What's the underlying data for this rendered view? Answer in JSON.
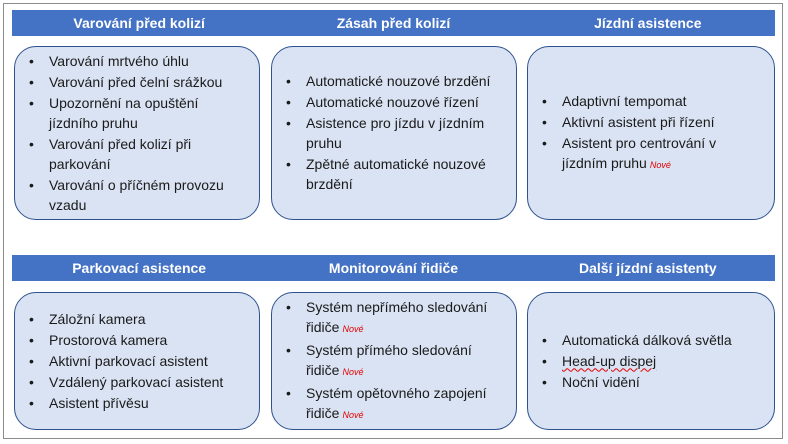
{
  "rows": [
    {
      "categories": [
        {
          "heading": "Varování před kolizí",
          "items": [
            {
              "text": "Varování mrtvého úhlu"
            },
            {
              "text": "Varování před čelní srážkou"
            },
            {
              "text": "Upozornění na opuštění jízdního pruhu"
            },
            {
              "text": "Varování před kolizí při parkování"
            },
            {
              "text": "Varování o příčném provozu vzadu"
            }
          ]
        },
        {
          "heading": "Zásah před kolizí",
          "items": [
            {
              "text": "Automatické nouzové brzdění"
            },
            {
              "text": "Automatické nouzové řízení"
            },
            {
              "text": "Asistence pro jízdu v jízdním pruhu"
            },
            {
              "text": "Zpětné automatické nouzové brzdění"
            }
          ]
        },
        {
          "heading": "Jízdní asistence",
          "items": [
            {
              "text": "Adaptivní tempomat"
            },
            {
              "text": "Aktivní asistent při řízení"
            },
            {
              "text": "Asistent pro centrování v jízdním pruhu",
              "badge": "Nové"
            }
          ]
        }
      ]
    },
    {
      "categories": [
        {
          "heading": "Parkovací asistence",
          "items": [
            {
              "text": "Záložní kamera"
            },
            {
              "text": "Prostorová kamera"
            },
            {
              "text": "Aktivní parkovací asistent"
            },
            {
              "text": "Vzdálený parkovací asistent"
            },
            {
              "text": "Asistent přívěsu"
            }
          ]
        },
        {
          "heading": "Monitorování řidiče",
          "items": [
            {
              "text": "Systém nepřímého sledování řidiče",
              "badge": "Nové"
            },
            {
              "text": "Systém přímého sledování řidiče",
              "badge": "Nové"
            },
            {
              "text": "Systém opětovného zapojení řidiče",
              "badge": "Nové"
            }
          ]
        },
        {
          "heading": "Další jízdní asistenty",
          "items": [
            {
              "text": "Automatická dálková světla"
            },
            {
              "text": "Head-up dispej",
              "spellcheck_flag": true
            },
            {
              "text": "Noční vidění"
            }
          ]
        }
      ]
    }
  ],
  "colors": {
    "header_band": "#4472c4",
    "card_fill": "#dae3f3",
    "card_border": "#2f528f",
    "badge": "#e00000"
  }
}
